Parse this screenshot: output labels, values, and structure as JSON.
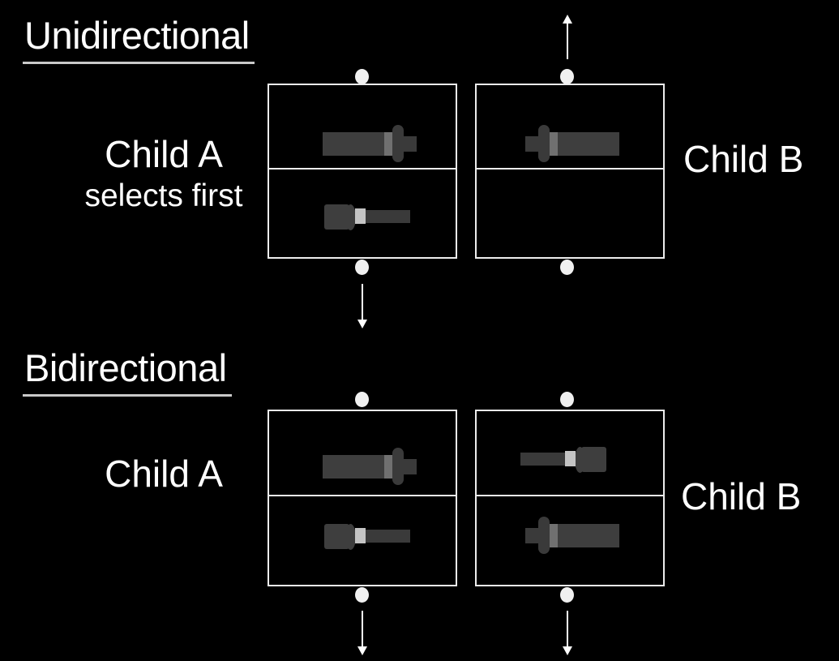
{
  "page": {
    "background": "#000000"
  },
  "colors": {
    "background": "#000000",
    "text": "#ffffff",
    "box_border": "#ededed",
    "node_fill": "#f0f0f0",
    "arrow": "#ffffff",
    "flashlight_dark": "#3e3e3e",
    "flashlight_band_large": "#707070",
    "flashlight_band_small": "#c4c4c4"
  },
  "sections": {
    "unidirectional": {
      "title": "Unidirectional",
      "left_label_line1": "Child A",
      "left_label_line2": "selects first",
      "right_label": "Child B",
      "child_a_box": {
        "top_item": "flashlight-large-pointing-right",
        "bottom_item": "flashlight-small-head-left",
        "arrow_above": null,
        "arrow_below": "down-arrow"
      },
      "child_b_box": {
        "top_item": "flashlight-large-pointing-left",
        "bottom_item": "empty",
        "arrow_above": "up-arrow",
        "arrow_below": null
      }
    },
    "bidirectional": {
      "title": "Bidirectional",
      "left_label_line1": "Child A",
      "right_label": "Child B",
      "child_a_box": {
        "top_item": "flashlight-large-pointing-right",
        "bottom_item": "flashlight-small-head-left",
        "arrow_above": null,
        "arrow_below": "down-arrow"
      },
      "child_b_box": {
        "top_item": "flashlight-small-head-right",
        "bottom_item": "flashlight-large-pointing-left",
        "arrow_above": null,
        "arrow_below": "down-arrow"
      }
    }
  }
}
